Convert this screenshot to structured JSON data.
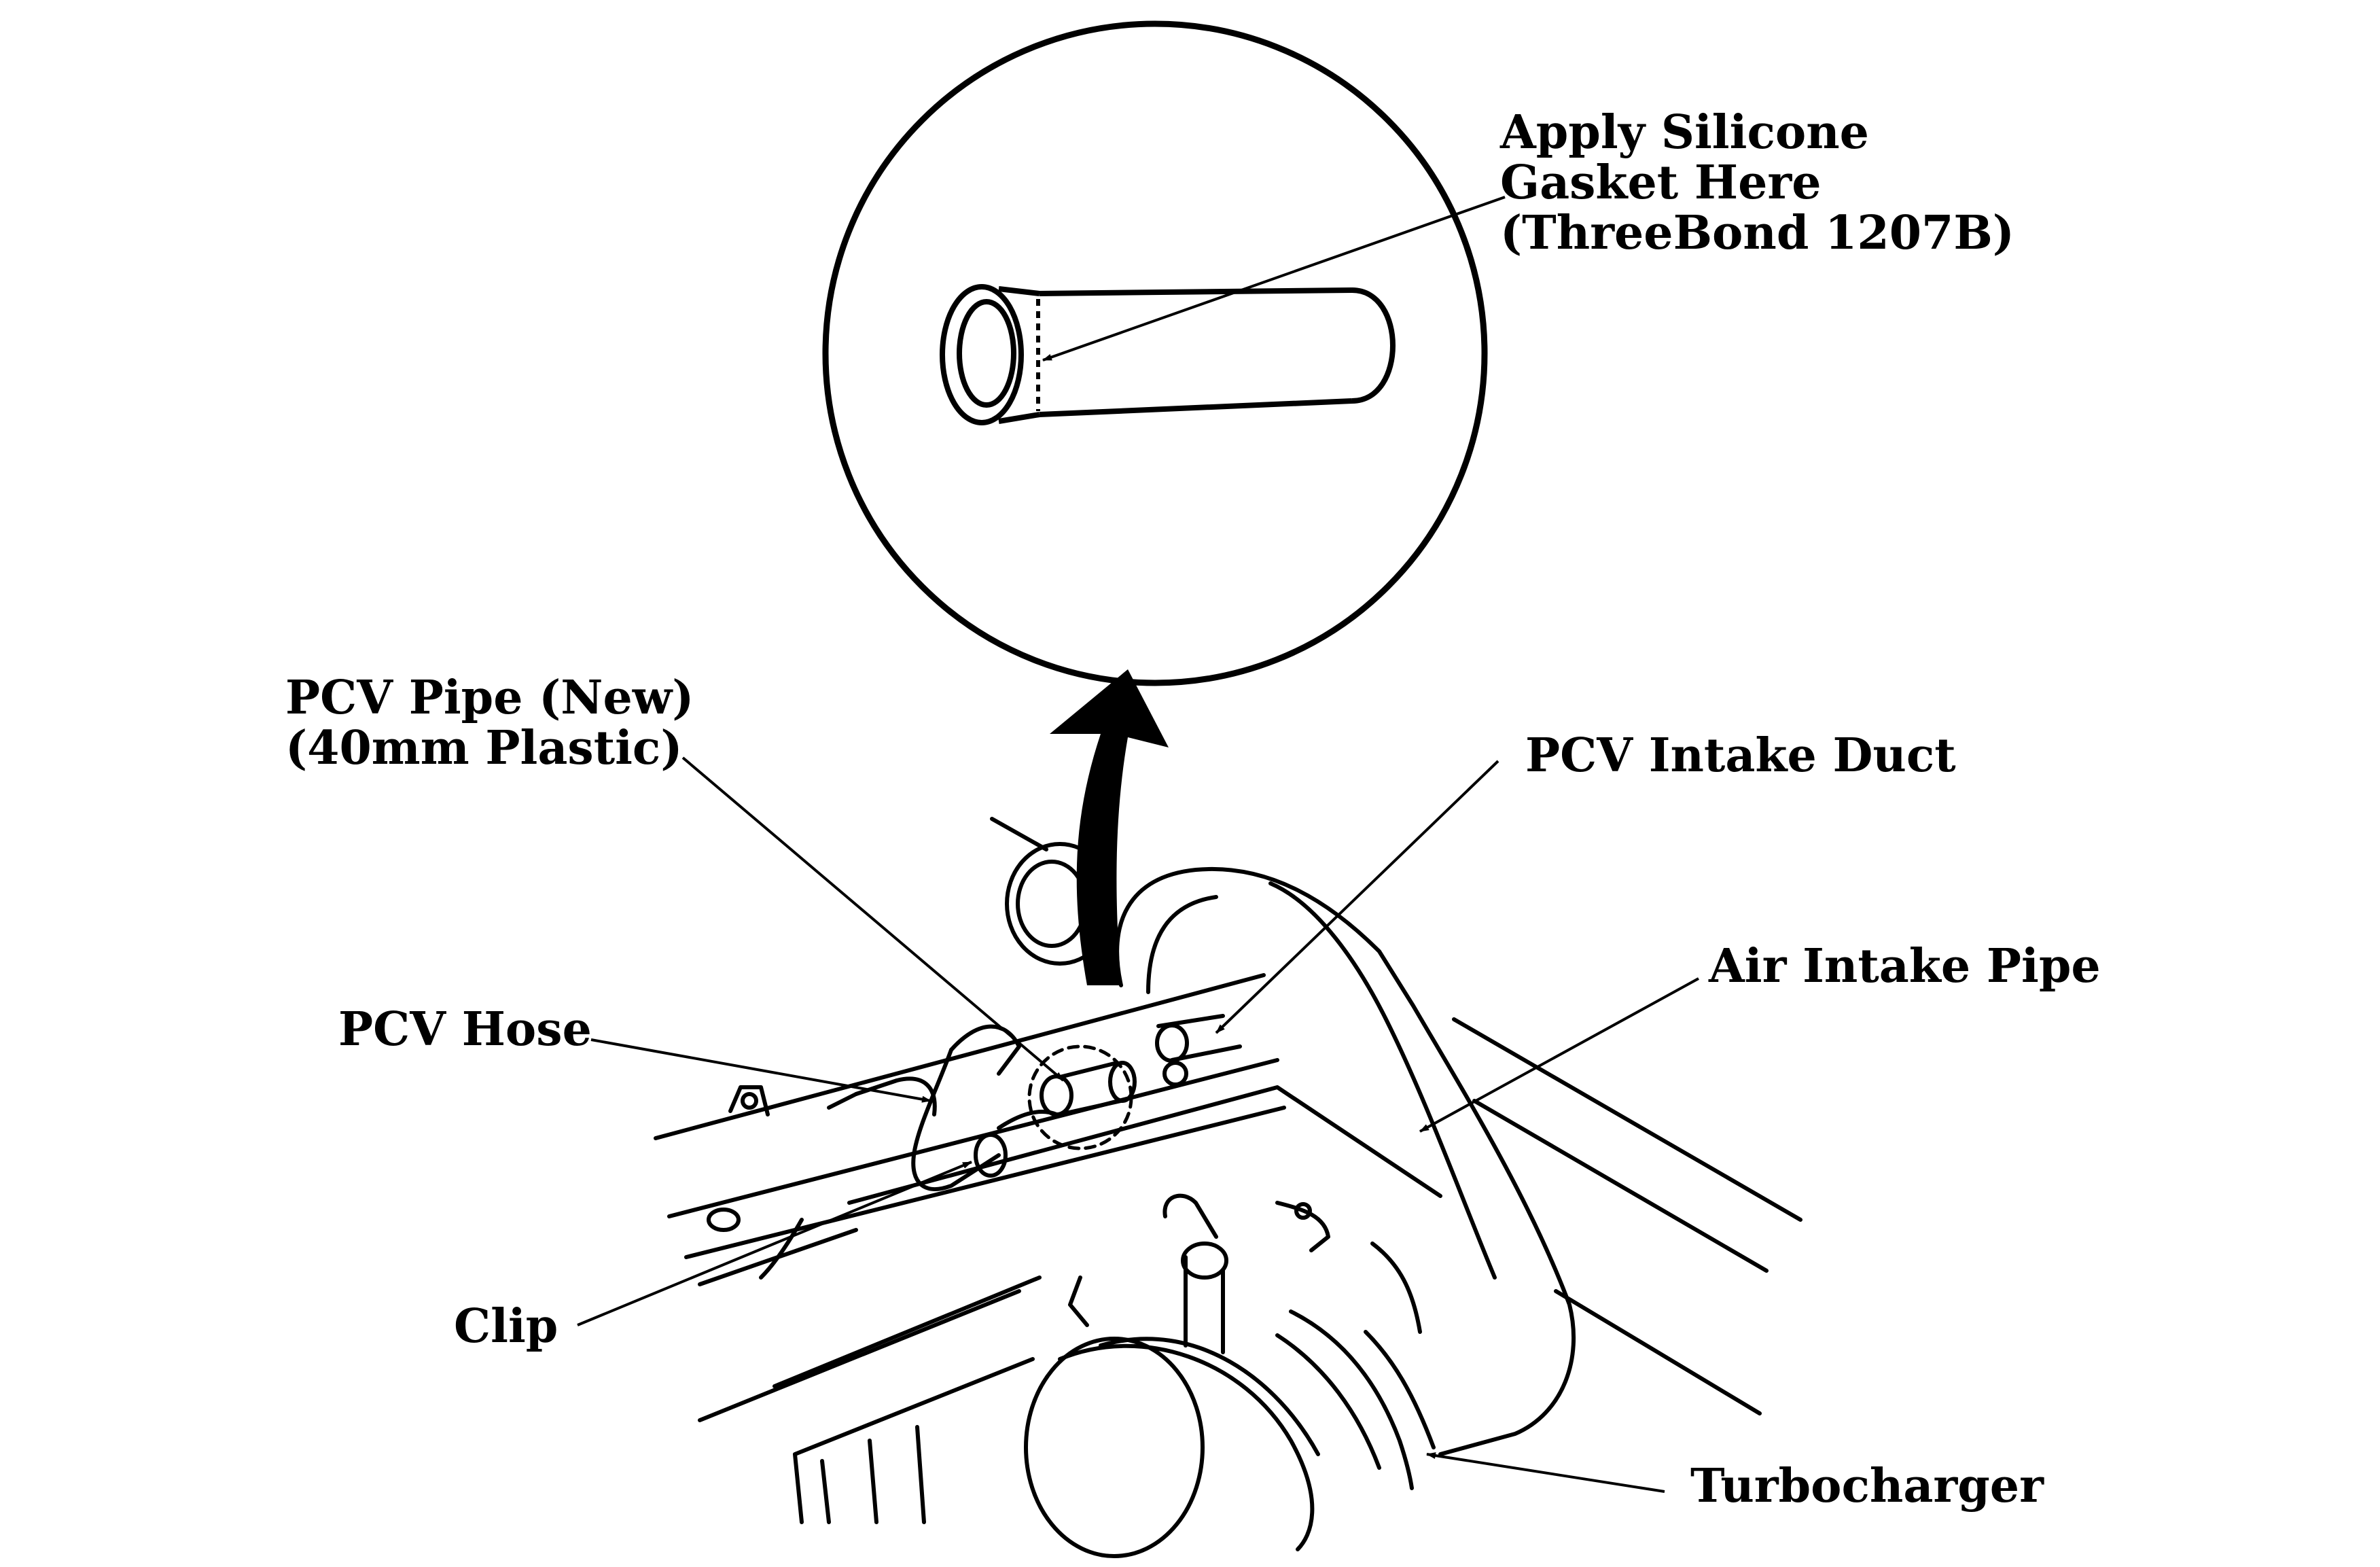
{
  "colors": {
    "ink": "#000000",
    "paper": "#ffffff"
  },
  "detail_callout": {
    "lines": [
      "Apply Silicone",
      "Gasket Here",
      "(ThreeBond 1207B)"
    ]
  },
  "labels": {
    "pcv_pipe": [
      "PCV Pipe (New)",
      "(40mm Plastic)"
    ],
    "pcv_intake_duct": "PCV Intake Duct",
    "air_intake_pipe": "Air Intake Pipe",
    "pcv_hose": "PCV Hose",
    "clip": "Clip",
    "turbocharger": "Turbocharger"
  }
}
